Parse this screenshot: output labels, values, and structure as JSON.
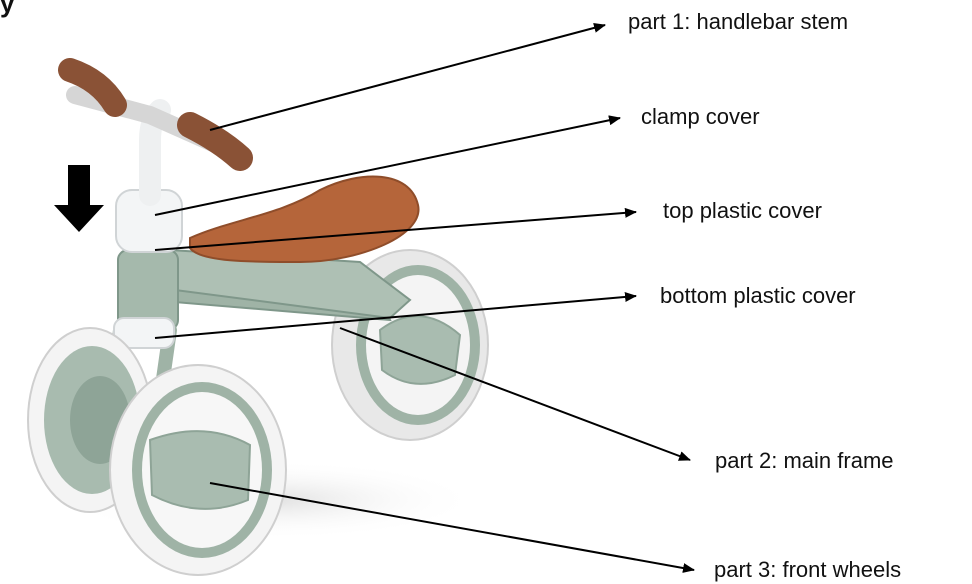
{
  "heading_fragment": "y",
  "colors": {
    "frame": "#9fb3a6",
    "frame_dark": "#7f978a",
    "seat": "#b5653a",
    "handle": "#8a5236",
    "cover": "#f3f5f6",
    "tire": "#f4f4f4",
    "arrow": "#000000"
  },
  "callouts": [
    {
      "id": "handlebar",
      "label": "part 1: handlebar stem"
    },
    {
      "id": "clamp",
      "label": "clamp cover"
    },
    {
      "id": "top",
      "label": "top plastic cover"
    },
    {
      "id": "bottom",
      "label": "bottom plastic cover"
    },
    {
      "id": "frame",
      "label": "part 2: main frame"
    },
    {
      "id": "wheels",
      "label": "part 3: front wheels"
    }
  ],
  "indicator": {
    "icon": "down-arrow-icon"
  }
}
